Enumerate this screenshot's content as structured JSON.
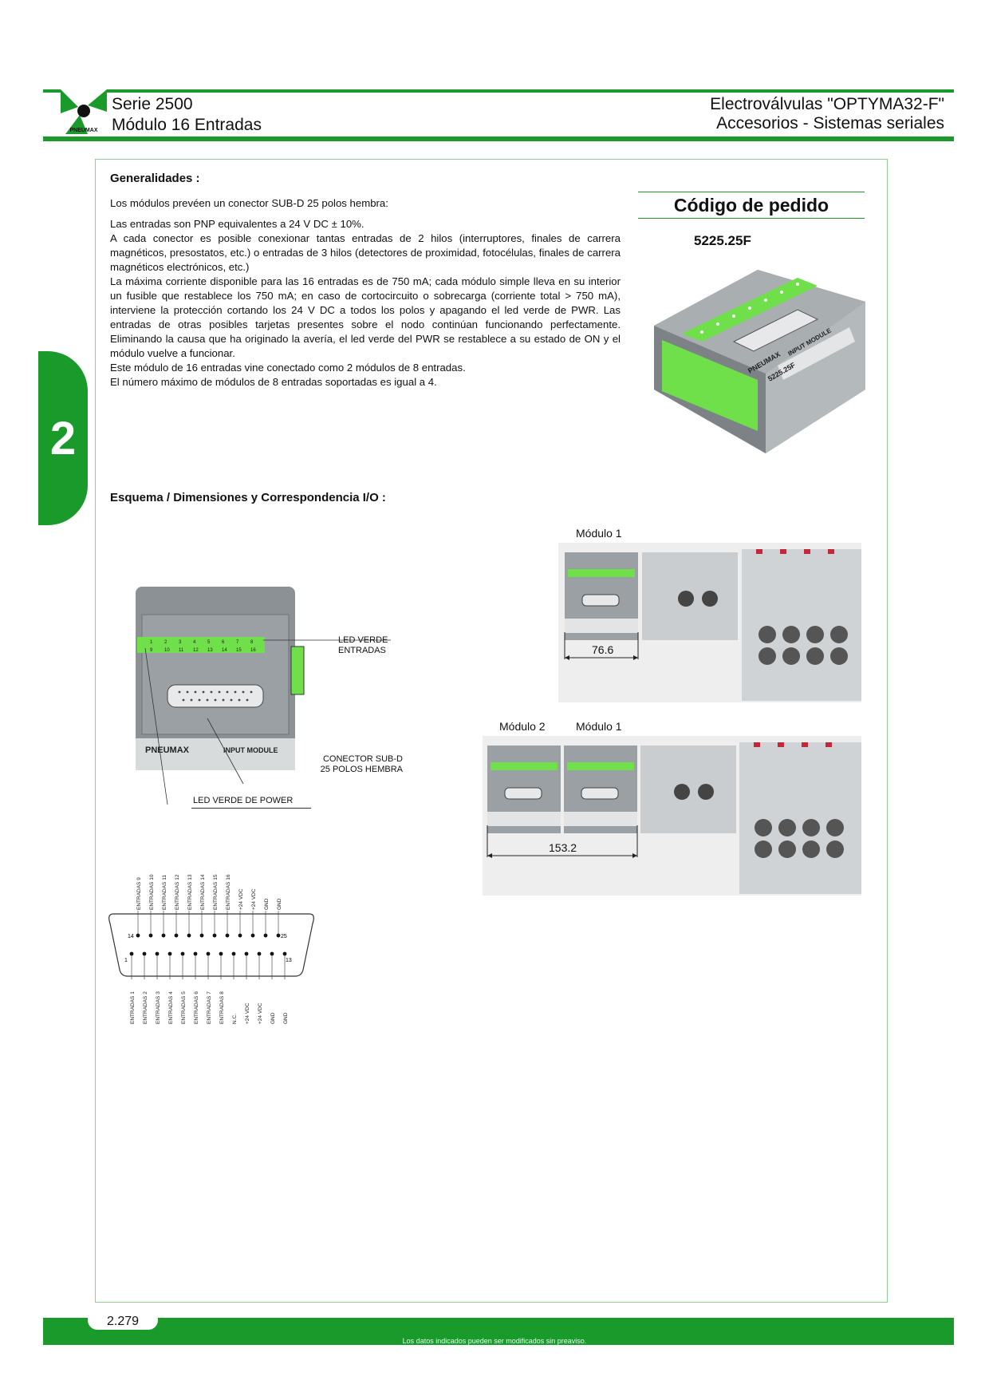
{
  "header": {
    "series": "Serie 2500",
    "module": "Módulo 16 Entradas",
    "product": "Electroválvulas \"OPTYMA32-F\"",
    "category": "Accesorios - Sistemas seriales",
    "logo_text": "PNEUMAX"
  },
  "side_tab": {
    "number": "2"
  },
  "generalidades": {
    "title": "Generalidades :",
    "paragraphs": [
      "Los módulos prevéen un conector SUB-D 25 polos hembra:",
      "Las entradas son PNP equivalentes a 24 V DC ± 10%.",
      "A cada conector es posible conexionar tantas entradas de 2 hilos (interruptores, finales de carrera magnéticos, presostatos, etc.) o entradas de 3 hilos (detectores de proximidad, fotocélulas, finales de carrera magnéticos electrónicos, etc.)",
      "La máxima corriente disponible para las 16 entradas es de 750 mA; cada módulo simple lleva en su interior un fusible que restablece los 750 mA; en caso de cortocircuito o sobrecarga (corriente total > 750 mA), interviene la protección cortando los 24 V DC a todos los polos y apagando el led verde de PWR. Las entradas de otras posibles tarjetas presentes sobre el nodo continúan funcionando perfectamente. Eliminando la causa que ha originado la avería, el led verde del PWR se restablece a su estado de ON y el módulo vuelve a funcionar.",
      "Este módulo de 16 entradas vine conectado como 2 módulos de 8 entradas.",
      "El número máximo de módulos de 8 entradas soportadas es igual a 4."
    ]
  },
  "order": {
    "title": "Código de pedido",
    "code": "5225.25F",
    "product_label": "INPUT MODULE",
    "product_code": "5225.25F"
  },
  "schema": {
    "title": "Esquema / Dimensiones y Correspondencia I/O :",
    "led_verde": [
      "LED VERDE",
      "ENTRADAS"
    ],
    "conector": [
      "CONECTOR SUB-D",
      "25 POLOS HEMBRA"
    ],
    "led_power": "LED VERDE DE POWER",
    "module_brand": "PNEUMAX",
    "module_label": "INPUT MODULE",
    "led_numbers_top": [
      "1",
      "2",
      "3",
      "4",
      "5",
      "6",
      "7",
      "8"
    ],
    "led_numbers_bottom": [
      "9",
      "10",
      "11",
      "12",
      "13",
      "14",
      "15",
      "16"
    ]
  },
  "dimensions": {
    "modulo1": "Módulo 1",
    "modulo2": "Módulo 2",
    "width_single": "76.6",
    "width_double": "153.2"
  },
  "pinout": {
    "top_labels": [
      "ENTRADAS 9",
      "ENTRADAS 10",
      "ENTRADAS 11",
      "ENTRADAS 12",
      "ENTRADAS 13",
      "ENTRADAS 14",
      "ENTRADAS 15",
      "ENTRADAS 16",
      "+24 VDC",
      "+24 VDC",
      "GND",
      "GND"
    ],
    "bottom_labels": [
      "ENTRADAS 1",
      "ENTRADAS 2",
      "ENTRADAS 3",
      "ENTRADAS 4",
      "ENTRADAS 5",
      "ENTRADAS 6",
      "ENTRADAS 7",
      "ENTRADAS 8",
      "N.C.",
      "+24 VDC",
      "+24 VDC",
      "GND",
      "GND"
    ],
    "pin_14": "14",
    "pin_25": "25",
    "pin_1": "1",
    "pin_13": "13"
  },
  "footer": {
    "page": "2.279",
    "notice": "Los datos indicados pueden ser modificados sin preaviso."
  },
  "colors": {
    "brand_green": "#1a9a2a",
    "led_green": "#6fe04a",
    "module_grey": "#8c9196"
  }
}
